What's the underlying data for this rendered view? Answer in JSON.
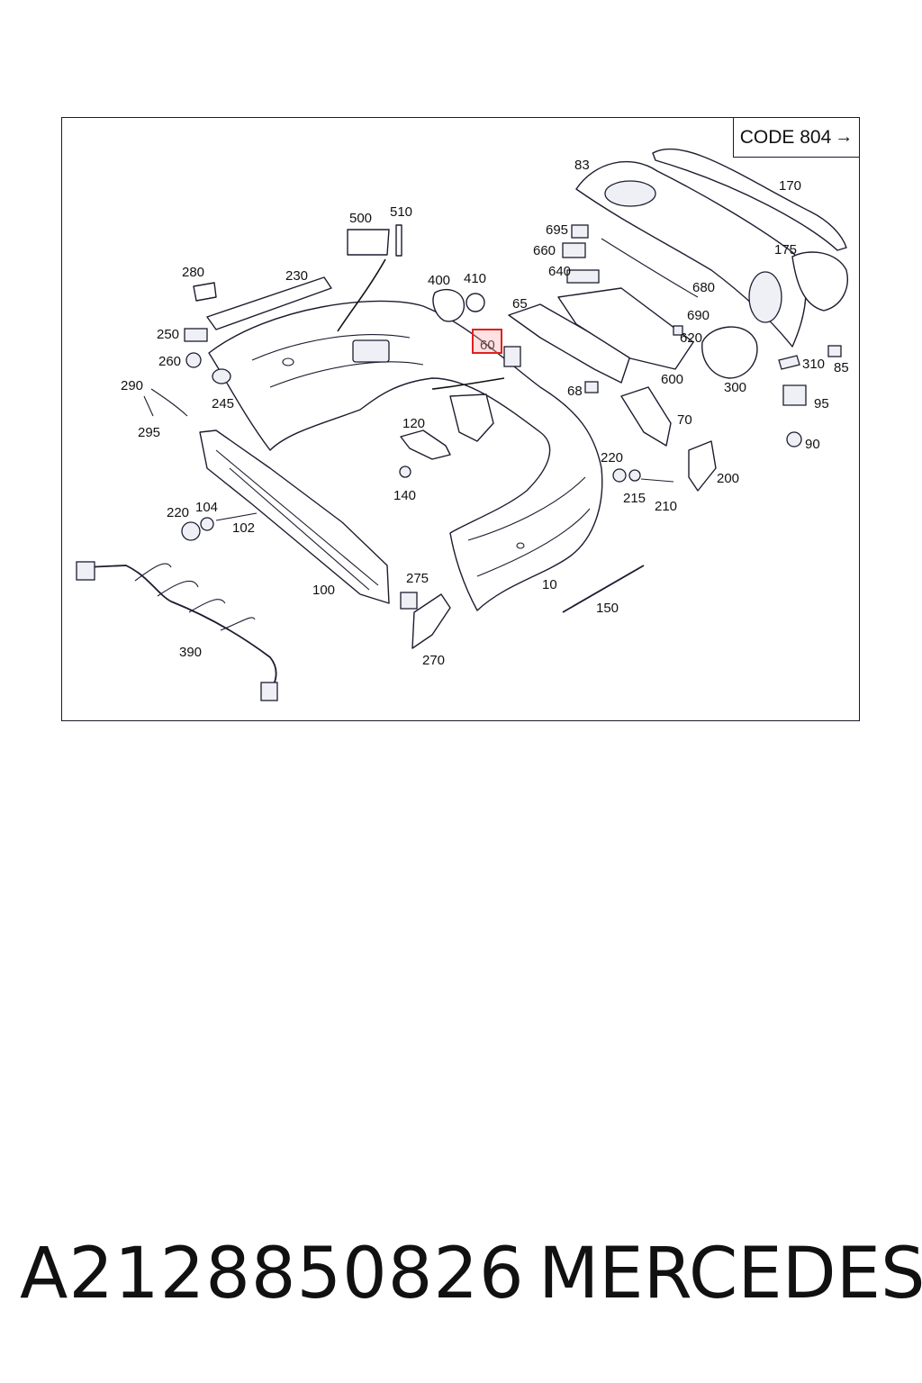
{
  "diagram": {
    "code_label": "CODE 804",
    "code_arrow": "→",
    "highlighted_callout": "60",
    "callouts": [
      "83",
      "170",
      "175",
      "695",
      "660",
      "640",
      "680",
      "690",
      "620",
      "500",
      "510",
      "400",
      "410",
      "65",
      "60",
      "600",
      "300",
      "310",
      "85",
      "95",
      "90",
      "280",
      "230",
      "250",
      "260",
      "245",
      "290",
      "295",
      "68",
      "70",
      "120",
      "140",
      "220",
      "215",
      "210",
      "200",
      "104",
      "102",
      "100",
      "390",
      "275",
      "270",
      "10",
      "150"
    ]
  },
  "footer": {
    "part_number": "A2128850826",
    "brand": "MERCEDES"
  }
}
